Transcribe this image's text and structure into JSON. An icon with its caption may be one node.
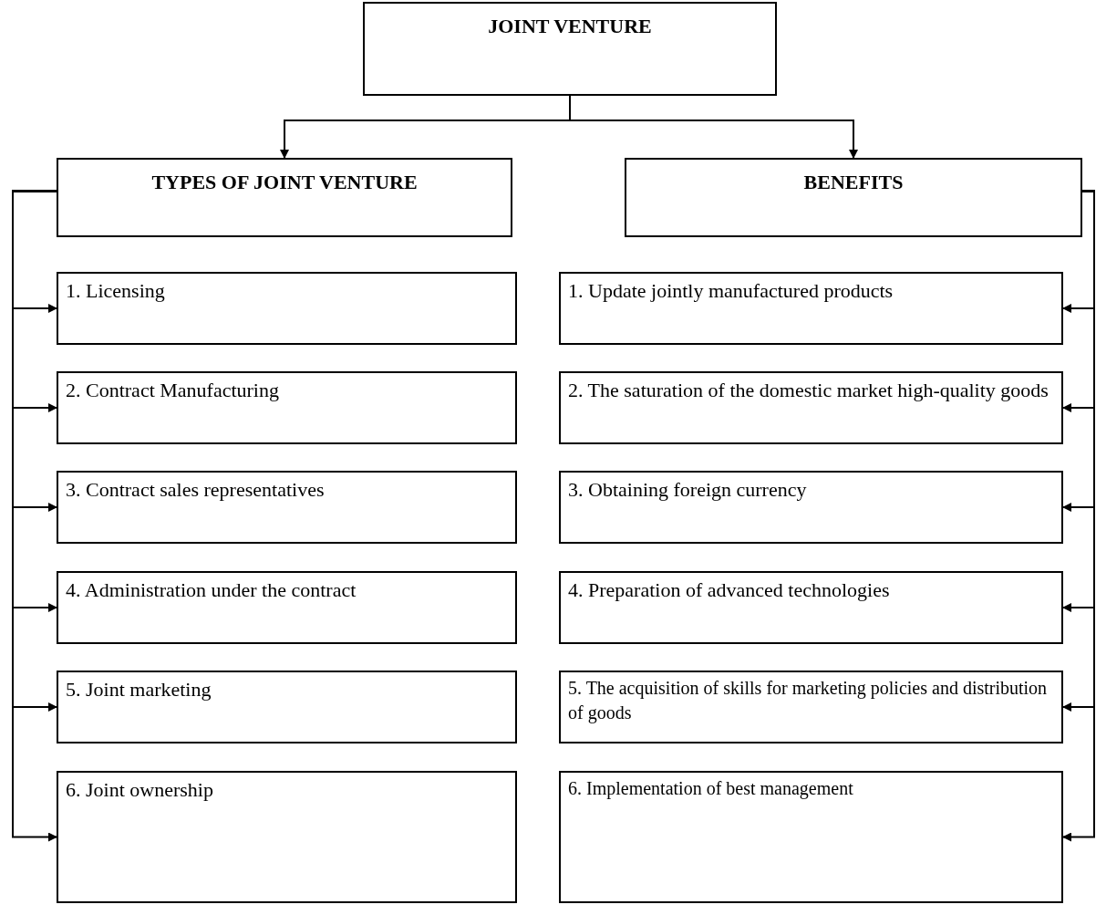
{
  "diagram": {
    "nodes": [
      {
        "text": [
          "JOINT VENTURE"
        ]
      },
      {
        "text": [
          "TYPES OF JOINT VENTURE"
        ]
      },
      {
        "text": [
          "BENEFITS"
        ]
      },
      {
        "text": [
          "1. Licensing"
        ]
      },
      {
        "text": [
          "2. Contract Manufacturing"
        ]
      },
      {
        "text": [
          "3. Contract sales representatives"
        ]
      },
      {
        "text": [
          "4. Administration under the contract"
        ]
      },
      {
        "text": [
          "5. Joint marketing"
        ]
      },
      {
        "text": [
          "6. Joint ownership"
        ]
      },
      {
        "text": [
          "1. Update jointly manufactured products"
        ]
      },
      {
        "text": [
          "2. The saturation of the domestic market high-quality goods"
        ]
      },
      {
        "text": [
          "3. Obtaining foreign currency"
        ]
      },
      {
        "text": [
          "4. Preparation of advanced technologies"
        ]
      },
      {
        "text": [
          "5. The acquisition of skills for marketing policies and distribution of goods"
        ]
      },
      {
        "text": [
          "6. Implementation of best management"
        ]
      }
    ],
    "edges": [
      {
        "from": 0,
        "to": 1,
        "arrow": "to"
      },
      {
        "from": 0,
        "to": 2,
        "arrow": "to"
      },
      {
        "from": 1,
        "to": 3,
        "arrow": "to"
      },
      {
        "from": 1,
        "to": 4,
        "arrow": "to"
      },
      {
        "from": 1,
        "to": 5,
        "arrow": "to"
      },
      {
        "from": 1,
        "to": 6,
        "arrow": "to"
      },
      {
        "from": 1,
        "to": 7,
        "arrow": "to"
      },
      {
        "from": 1,
        "to": 8,
        "arrow": "to"
      },
      {
        "from": 2,
        "to": 9,
        "arrow": "to"
      },
      {
        "from": 2,
        "to": 10,
        "arrow": "to"
      },
      {
        "from": 2,
        "to": 11,
        "arrow": "to"
      },
      {
        "from": 2,
        "to": 12,
        "arrow": "to"
      },
      {
        "from": 2,
        "to": 13,
        "arrow": "to"
      },
      {
        "from": 2,
        "to": 14,
        "arrow": "to"
      }
    ]
  }
}
